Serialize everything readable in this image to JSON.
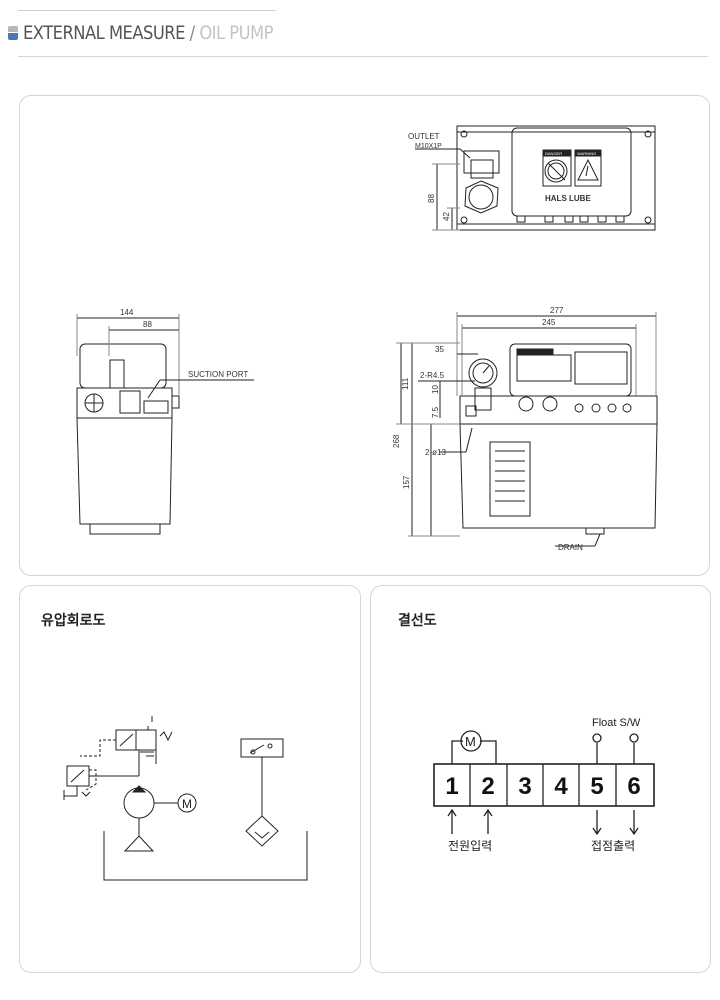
{
  "header": {
    "title_main": "EXTERNAL MEASURE",
    "title_sep": "/",
    "title_sub": "OIL PUMP"
  },
  "drawing": {
    "outlet_label": "OUTLET",
    "outlet_spec": "M10X1P",
    "dim_88_v": "88",
    "dim_42": "42",
    "danger_label": "DANGER",
    "warning_label": "WARNING",
    "brand": "HALS LUBE",
    "dim_144": "144",
    "dim_88_h": "88",
    "suction_port": "SUCTION PORT",
    "dim_277": "277",
    "dim_245": "245",
    "dim_35": "35",
    "dim_r45": "2-R4.5",
    "dim_111": "111",
    "dim_10": "10",
    "dim_75": "7.5",
    "dim_268": "268",
    "dim_d13": "2-ø13",
    "dim_157": "157",
    "drain": "DRAIN"
  },
  "hydraulic": {
    "title": "유압회로도",
    "motor_symbol": "M"
  },
  "wiring": {
    "title": "결선도",
    "motor_symbol": "M",
    "float_label": "Float S/W",
    "terminals": [
      "1",
      "2",
      "3",
      "4",
      "5",
      "6"
    ],
    "power_label": "전원입력",
    "contact_label": "접점출력"
  }
}
